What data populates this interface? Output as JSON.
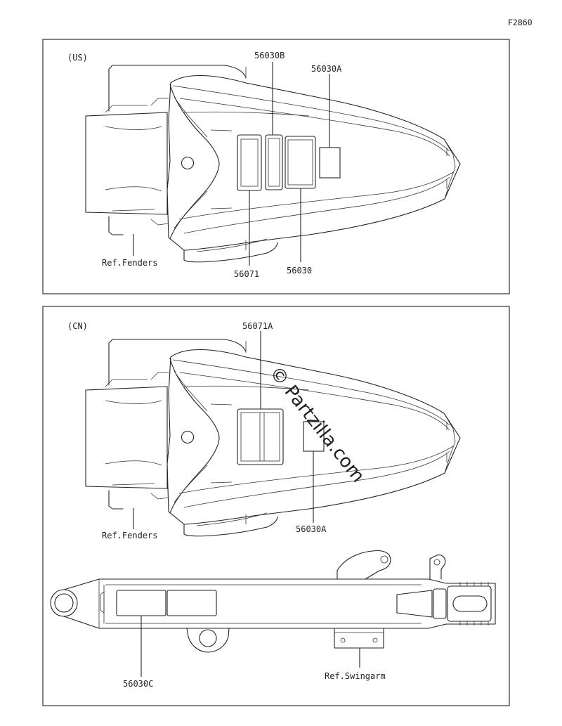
{
  "figure_id": "F2860",
  "panels": {
    "us": {
      "region": "(US)",
      "labels": {
        "p56030B": "56030B",
        "p56030A": "56030A",
        "p56071": "56071",
        "p56030": "56030",
        "ref_fenders": "Ref.Fenders"
      }
    },
    "cn": {
      "region": "(CN)",
      "labels": {
        "p56071A": "56071A",
        "p56030A": "56030A",
        "ref_fenders": "Ref.Fenders",
        "p56030C": "56030C",
        "ref_swingarm": "Ref.Swingarm"
      }
    }
  },
  "watermark": "© Partzilla.com"
}
